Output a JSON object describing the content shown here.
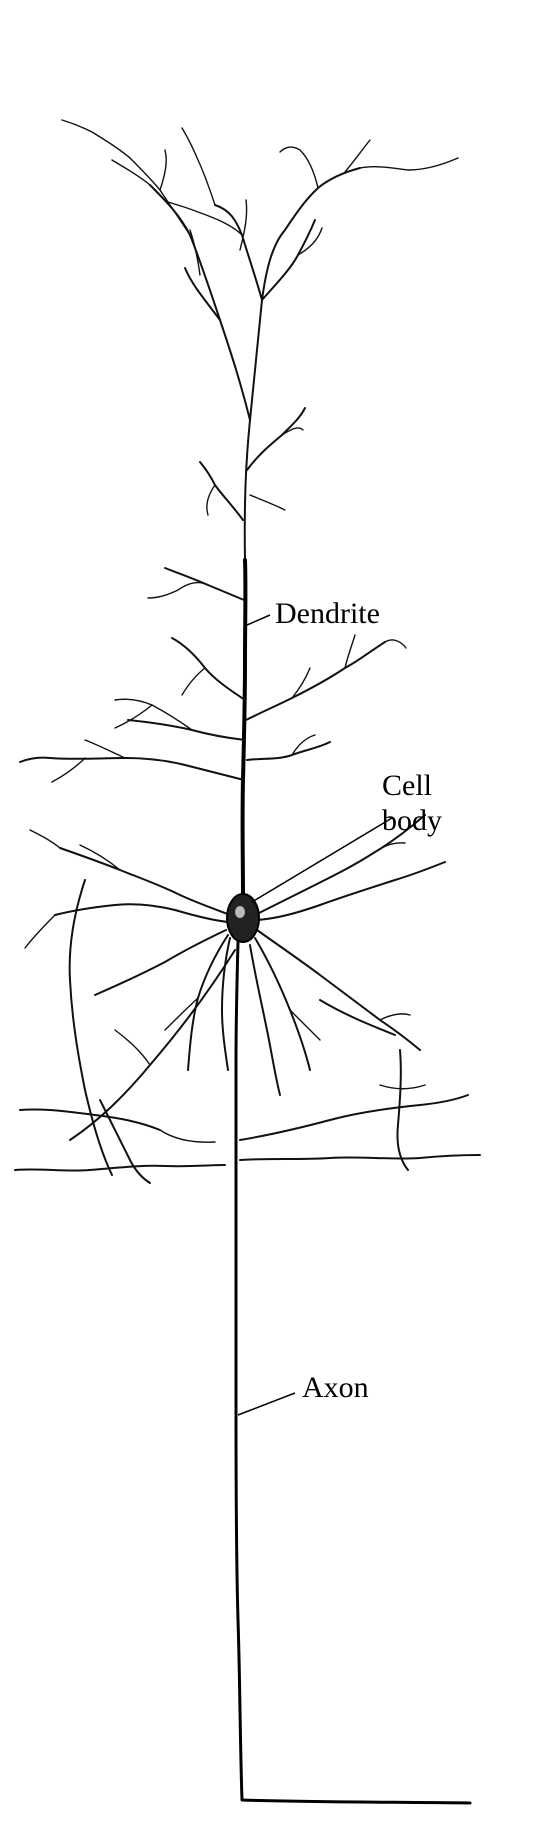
{
  "labels": {
    "dendrite": "Dendrite",
    "cell_body_line1": "Cell",
    "cell_body_line2": "body",
    "axon": "Axon"
  },
  "colors": {
    "ink": "#000000",
    "background": "#ffffff"
  }
}
